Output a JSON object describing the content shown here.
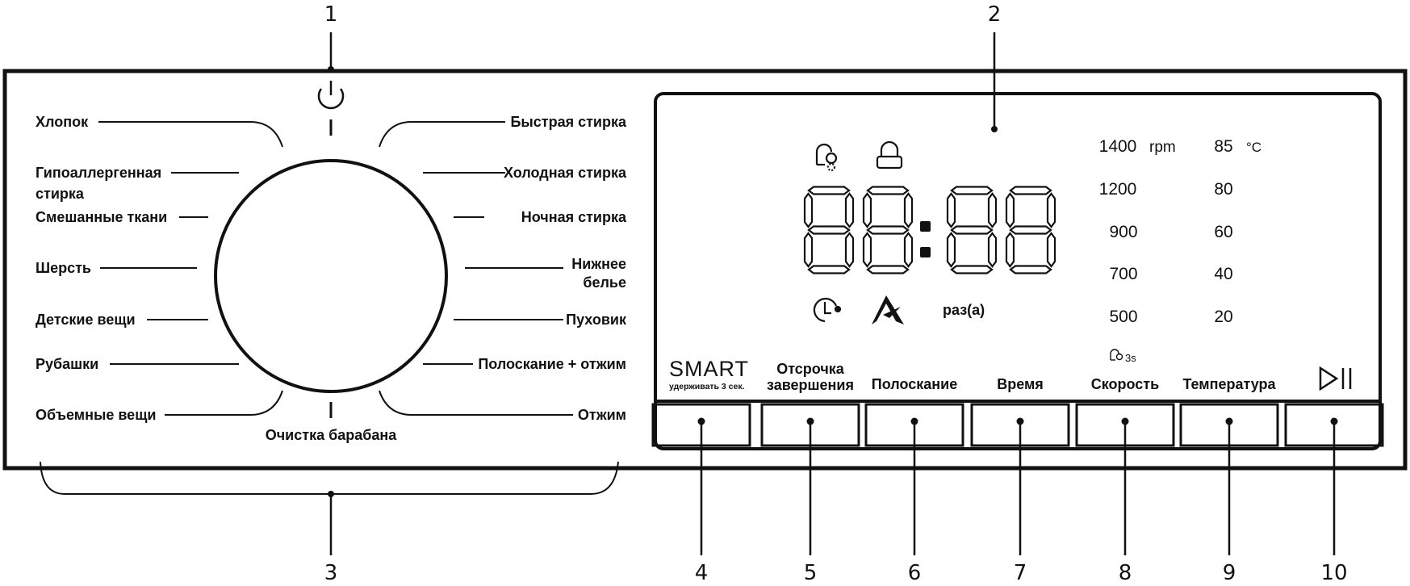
{
  "callouts": [
    "1",
    "2",
    "3",
    "4",
    "5",
    "6",
    "7",
    "8",
    "9",
    "10"
  ],
  "programs_left": [
    {
      "label": "Хлопок"
    },
    {
      "label": "Гипоаллергенная"
    },
    {
      "label": "стирка"
    },
    {
      "label": "Смешанные ткани"
    },
    {
      "label": "Шерсть"
    },
    {
      "label": "Детские вещи"
    },
    {
      "label": "Рубашки"
    },
    {
      "label": "Объемные вещи"
    }
  ],
  "programs_right": [
    {
      "label": "Быстрая стирка"
    },
    {
      "label": "Холодная стирка"
    },
    {
      "label": "Ночная стирка"
    },
    {
      "label": "Нижнее"
    },
    {
      "label": "белье"
    },
    {
      "label": "Пуховик"
    },
    {
      "label": "Полоскание + отжим"
    },
    {
      "label": "Отжим"
    }
  ],
  "program_bottom": "Очистка барабана",
  "display": {
    "digits": "88:88",
    "speed_unit": "rpm",
    "temp_unit": "°C",
    "speeds": [
      "1400",
      "1200",
      "900",
      "700",
      "500"
    ],
    "temps": [
      "85",
      "80",
      "60",
      "40",
      "20"
    ],
    "times_label": "раз(а)",
    "lock_3s": "3s"
  },
  "buttons": [
    {
      "label": "SMART",
      "sub": "удерживать 3 сек."
    },
    {
      "label": "Отсрочка",
      "label2": "завершения"
    },
    {
      "label": "Полоскание"
    },
    {
      "label": "Время"
    },
    {
      "label": "Скорость"
    },
    {
      "label": "Температура"
    },
    {
      "label": "",
      "icon": "play-pause-icon"
    }
  ]
}
